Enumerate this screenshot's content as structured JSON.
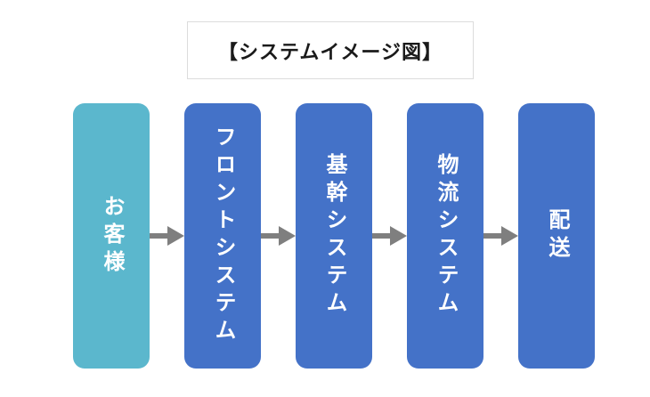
{
  "title": {
    "text": "【システムイメージ図】"
  },
  "flow": {
    "nodes": [
      {
        "label": "お客様",
        "color": "#5BB7CD",
        "role": "customer"
      },
      {
        "label": "フロントシステム",
        "color": "#4472C8",
        "role": "front-system"
      },
      {
        "label": "基幹システム",
        "color": "#4472C8",
        "role": "core-system"
      },
      {
        "label": "物流システム",
        "color": "#4472C8",
        "role": "logistics-system"
      },
      {
        "label": "配送",
        "color": "#4472C8",
        "role": "delivery"
      }
    ],
    "arrow": {
      "color": "#7F7F7F",
      "direction": "right"
    }
  },
  "colors": {
    "background": "#FFFFFF",
    "title_border": "#DCDCDC",
    "title_text": "#1A1A1A",
    "node_text": "#FFFFFF"
  }
}
